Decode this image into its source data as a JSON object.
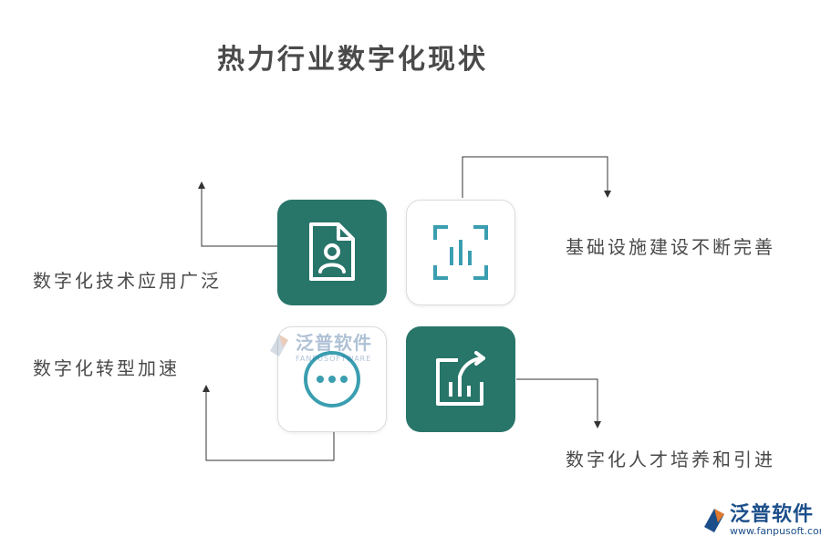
{
  "title": "热力行业数字化现状",
  "items": [
    {
      "label": "数字化技术应用广泛",
      "icon": "document-user-icon"
    },
    {
      "label": "基础设施建设不断完善",
      "icon": "bar-chart-frame-icon"
    },
    {
      "label": "数字化转型加速",
      "icon": "more-dots-icon"
    },
    {
      "label": "数字化人才培养和引进",
      "icon": "chart-growth-icon"
    }
  ],
  "watermark": {
    "name": "泛普软件",
    "sub": "FANPUSOFTWARE"
  },
  "brand": {
    "name": "泛普软件",
    "url": "www.fanpusoft.com"
  },
  "colors": {
    "accent": "#28756a",
    "icon_teal": "#3a9eb0",
    "text": "#4a4a4a",
    "brand": "#1c4f8a"
  }
}
